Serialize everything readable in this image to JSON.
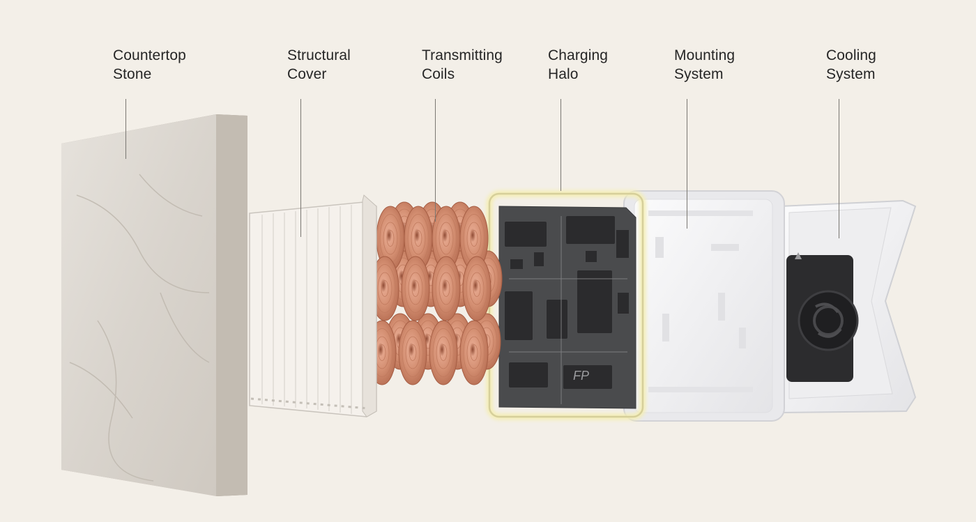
{
  "diagram": {
    "layers": [
      {
        "id": "stone",
        "line1": "Countertop",
        "line2": "Stone"
      },
      {
        "id": "cover",
        "line1": "Structural",
        "line2": "Cover"
      },
      {
        "id": "coils",
        "line1": "Transmitting",
        "line2": "Coils"
      },
      {
        "id": "halo",
        "line1": "Charging",
        "line2": "Halo"
      },
      {
        "id": "mounting",
        "line1": "Mounting",
        "line2": "System"
      },
      {
        "id": "cooling",
        "line1": "Cooling",
        "line2": "System"
      }
    ],
    "board_marking": "FP",
    "colors": {
      "background": "#f3efe8",
      "stone": "#dcd7d0",
      "copper": "#d28f72",
      "pcb": "#4a4b4d",
      "halo_glow": "#f4eeb4",
      "plastic": "#f3f3f4",
      "fan": "#2a2a2c"
    }
  }
}
